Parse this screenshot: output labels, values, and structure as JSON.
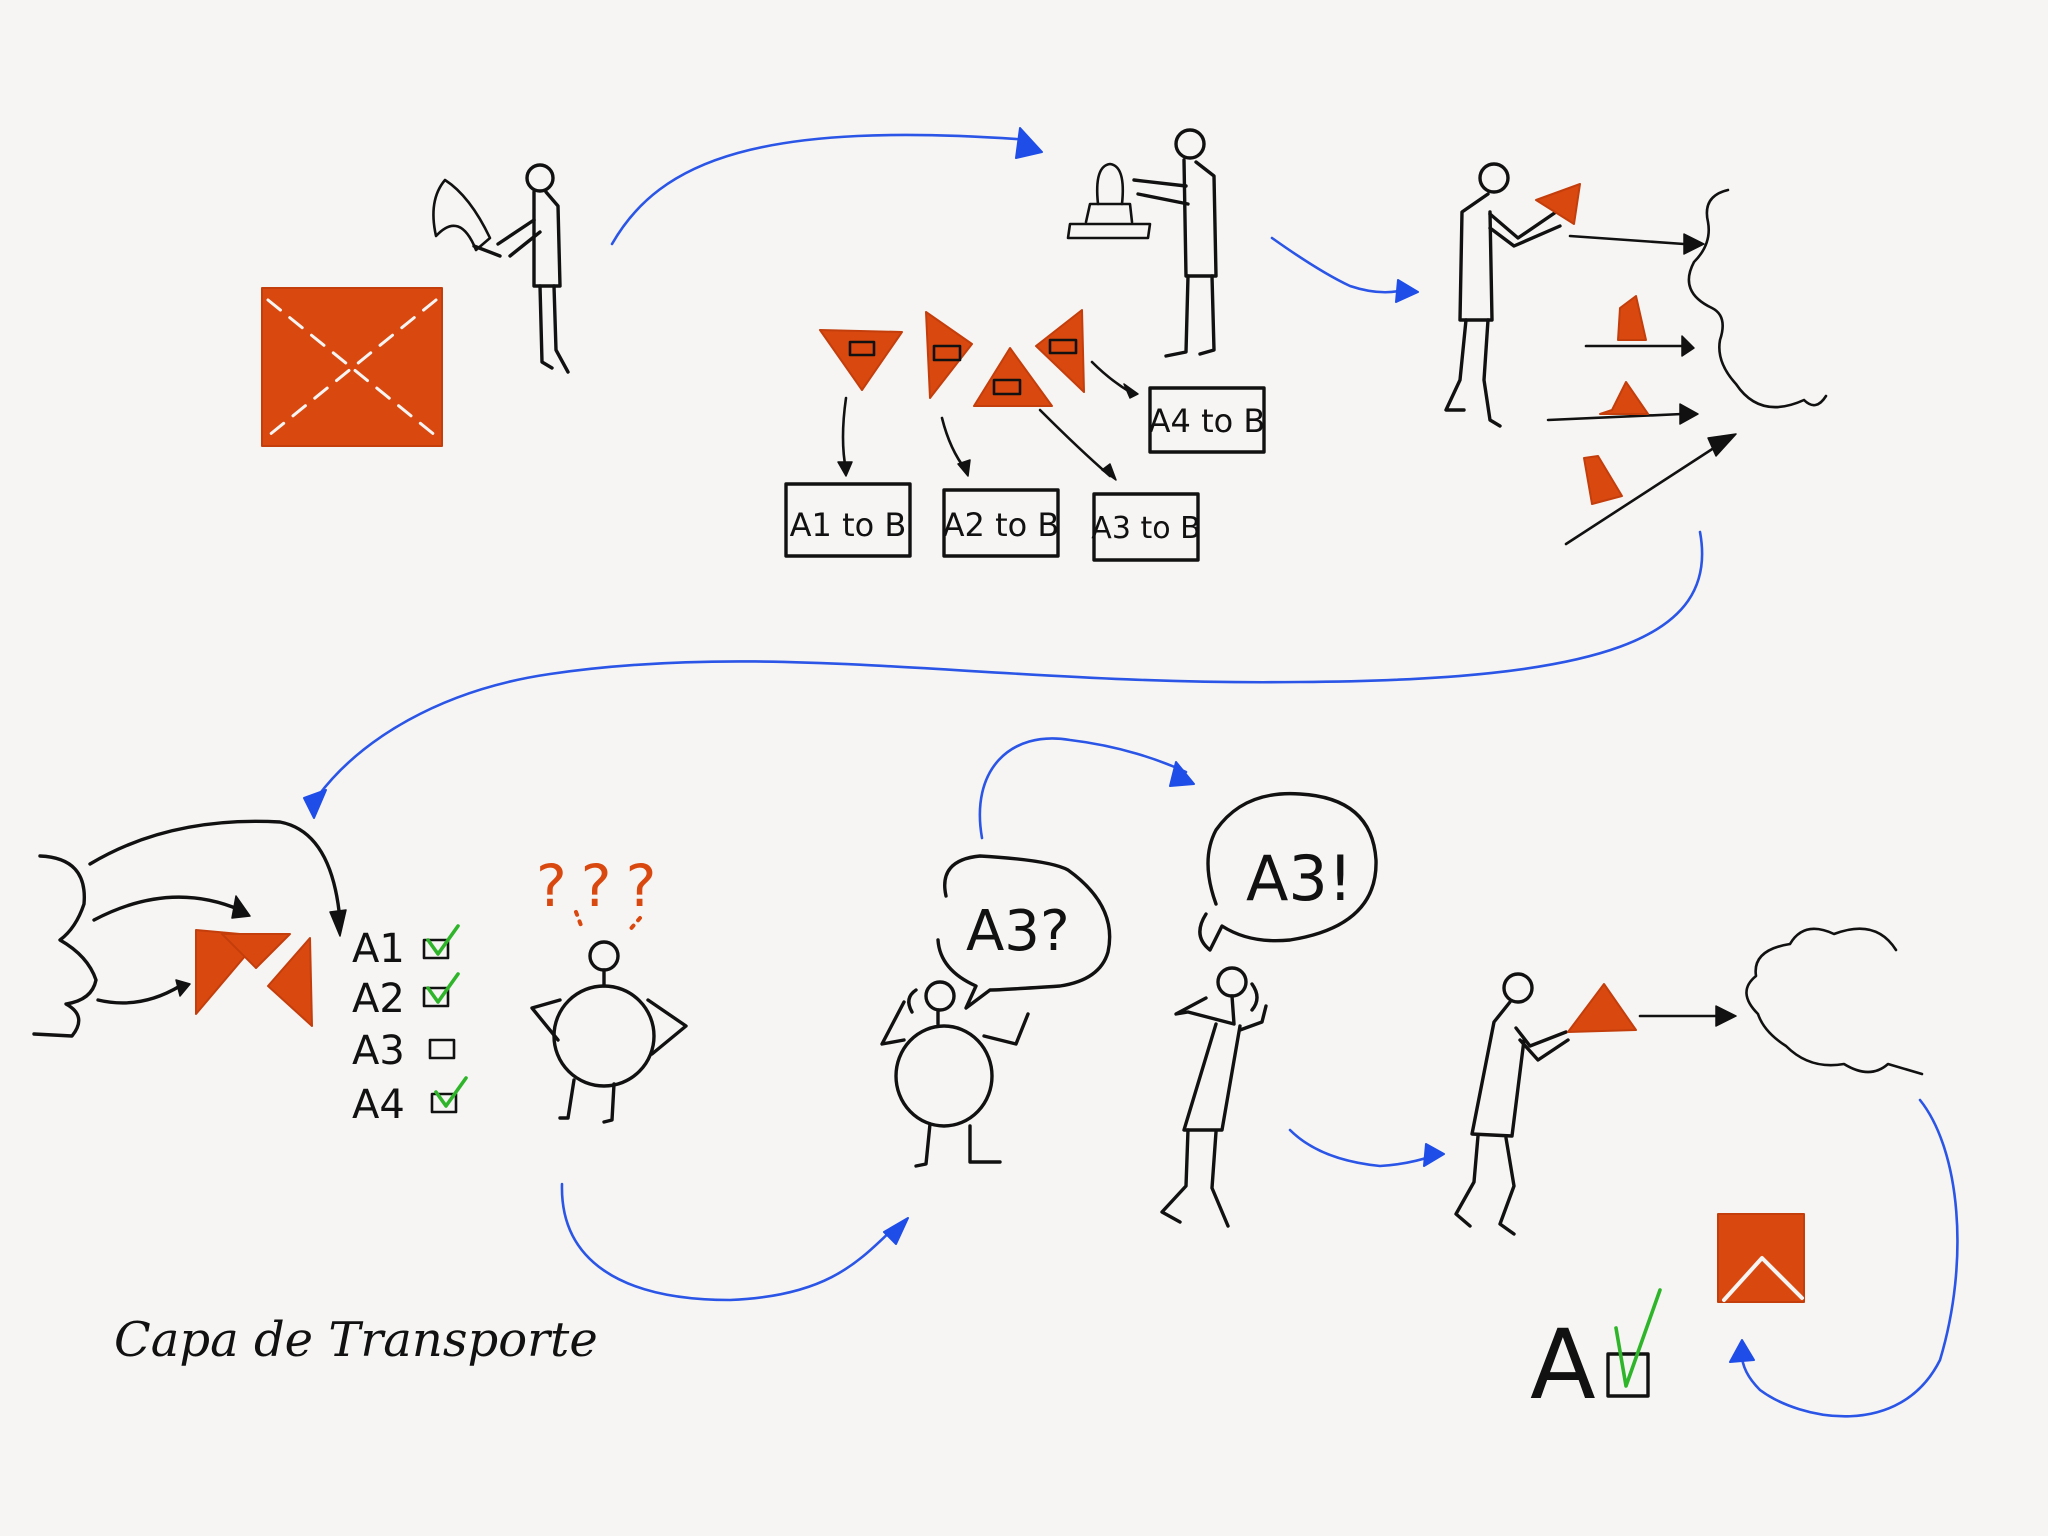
{
  "diagram": {
    "title": "Capa de Transporte",
    "segment_labels": [
      "A1 to B",
      "A2 to B",
      "A3 to B",
      "A4 to B"
    ],
    "checklist": [
      {
        "label": "A1",
        "checked": true
      },
      {
        "label": "A2",
        "checked": true
      },
      {
        "label": "A3",
        "checked": false
      },
      {
        "label": "A4",
        "checked": true
      }
    ],
    "question_bubble": "A3?",
    "answer_bubble": "A3!",
    "confused_marks": "???",
    "final_check_label": "A",
    "colors": {
      "accent_orange": "#d9480f",
      "arrow_blue": "#2a55e6",
      "check_green": "#2fb52a",
      "ink": "#111111",
      "paper": "#f6f5f3"
    }
  }
}
